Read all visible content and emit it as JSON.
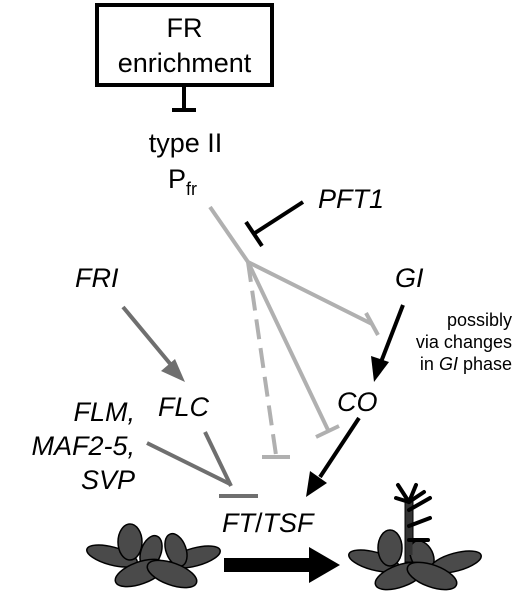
{
  "nodes": {
    "fr_box": {
      "line1": "FR",
      "line2": "enrichment"
    },
    "type2": {
      "line1": "type II",
      "p_main": "P",
      "p_sub": "fr"
    },
    "pft1": "PFT1",
    "fri": "FRI",
    "gi": "GI",
    "gi_note": {
      "line1": "possibly",
      "line2": "via changes",
      "line3_pre": "in ",
      "line3_it": "GI",
      "line3_post": " phase"
    },
    "flc": "FLC",
    "co": "CO",
    "flm_group": {
      "line1": "FLM,",
      "line2": "MAF2-5,",
      "line3": "SVP"
    },
    "ft_tsf": {
      "part1": "FT",
      "sep": "/",
      "part2": "TSF"
    }
  },
  "colors": {
    "black": "#000000",
    "dark_gray": "#6f6f6f",
    "light_gray": "#b0b0b0",
    "plant": "#4a4a4a"
  }
}
